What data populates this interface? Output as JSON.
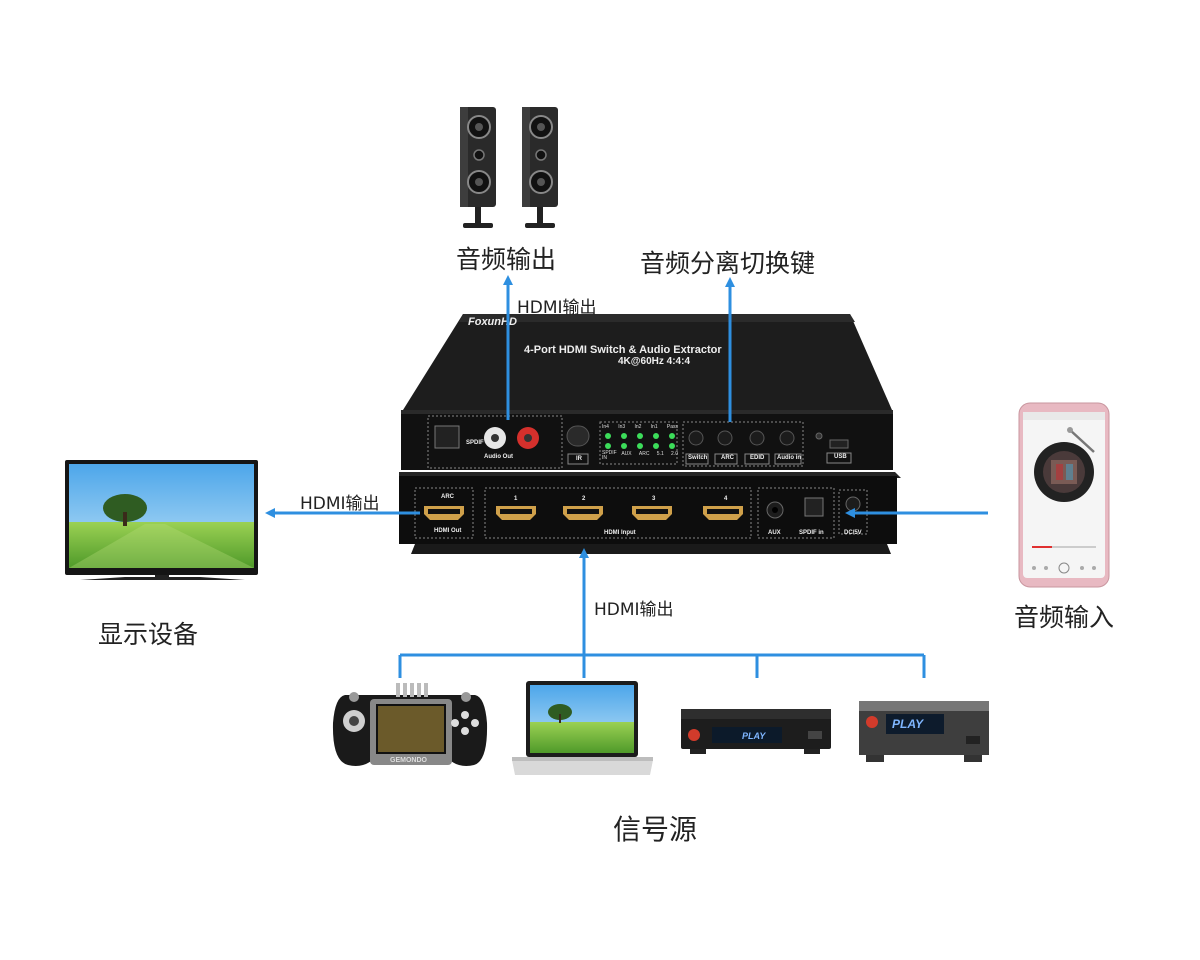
{
  "colors": {
    "arrow": "#2e8fe0",
    "device": "#1b1b1b",
    "led": "#3cdc5a"
  },
  "labels": {
    "audio_out": "音频输出",
    "audio_switch_key": "音频分离切换键",
    "hdmi_out_top": "HDMI输出",
    "hdmi_out_left": "HDMI输出",
    "hdmi_out_bottom": "HDMI输出",
    "display_device": "显示设备",
    "audio_input": "音频输入",
    "signal_source": "信号源"
  },
  "device": {
    "brand": "FoxunHD",
    "model": "4-Port HDMI Switch & Audio Extractor",
    "spec": "4K@60Hz 4:4:4",
    "upper_panel": {
      "spdif": "SPDIF",
      "audio_out": "Audio Out",
      "ir": "IR",
      "led_labels_top": [
        "In4",
        "In3",
        "In2",
        "In1",
        "Pass"
      ],
      "led_labels_bottom": [
        "SPDIF IN",
        "AUX",
        "ARC",
        "5.1",
        "2.0"
      ],
      "buttons": [
        "Switch",
        "ARC",
        "EDID",
        "Audio in"
      ],
      "usb": "USB"
    },
    "lower_panel": {
      "arc": "ARC",
      "hdmi_out": "HDMI Out",
      "port_numbers": [
        "1",
        "2",
        "3",
        "4"
      ],
      "hdmi_input": "HDMI Input",
      "aux": "AUX",
      "spdif_in": "SPDIF in",
      "dc": "DC/5V"
    }
  },
  "sources": [
    {
      "name": "handheld-game-console",
      "brand": "GEMONDO"
    },
    {
      "name": "laptop"
    },
    {
      "name": "media-player",
      "screen": "PLAY"
    },
    {
      "name": "media-box",
      "screen": "PLAY"
    }
  ]
}
